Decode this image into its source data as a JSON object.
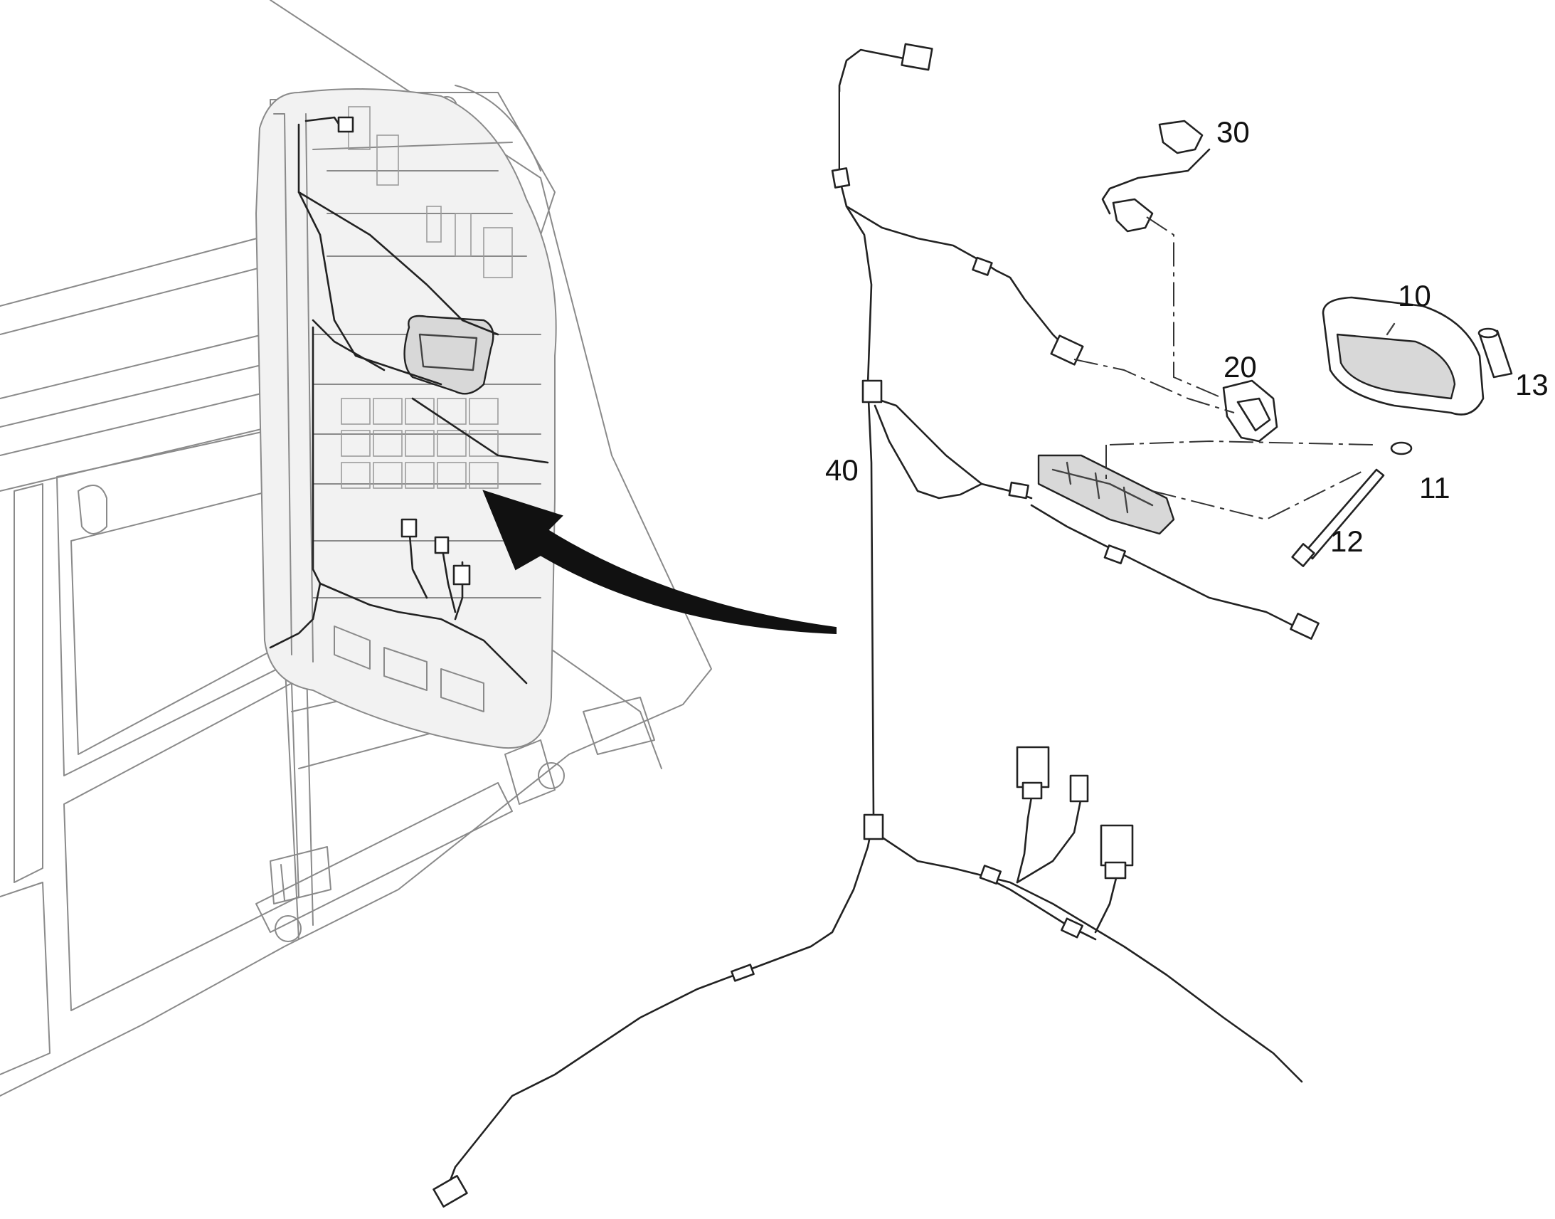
{
  "callouts": {
    "item_10": "10",
    "item_11": "11",
    "item_12": "12",
    "item_13": "13",
    "item_20": "20",
    "item_30": "30",
    "item_40": "40"
  },
  "colors": {
    "line_art": "#222222",
    "machine_outline": "#8a8a8a",
    "background": "#ffffff"
  }
}
